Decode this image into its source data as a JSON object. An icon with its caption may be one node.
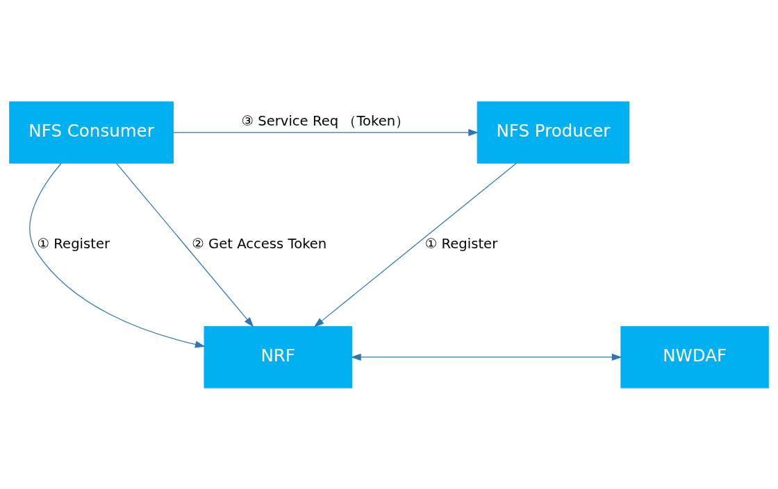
{
  "diagram": {
    "nodes": [
      {
        "text": [
          "NRF"
        ]
      },
      {
        "text": [
          "NWDAF"
        ]
      },
      {
        "text": [
          "NFS Consumer"
        ]
      },
      {
        "text": [
          "NFS Producer"
        ]
      }
    ],
    "edges": [
      {
        "from": 0,
        "to": 1,
        "arrow": "both"
      },
      {
        "from": 2,
        "to": 0,
        "arrow": "to",
        "label": "① Register"
      },
      {
        "from": 2,
        "to": 0,
        "arrow": "to",
        "label": "② Get Access Token"
      },
      {
        "from": 3,
        "to": 0,
        "arrow": "to",
        "label": "① Register"
      },
      {
        "from": 2,
        "to": 3,
        "arrow": "to",
        "label": "③ Service Req （Token）"
      }
    ]
  }
}
